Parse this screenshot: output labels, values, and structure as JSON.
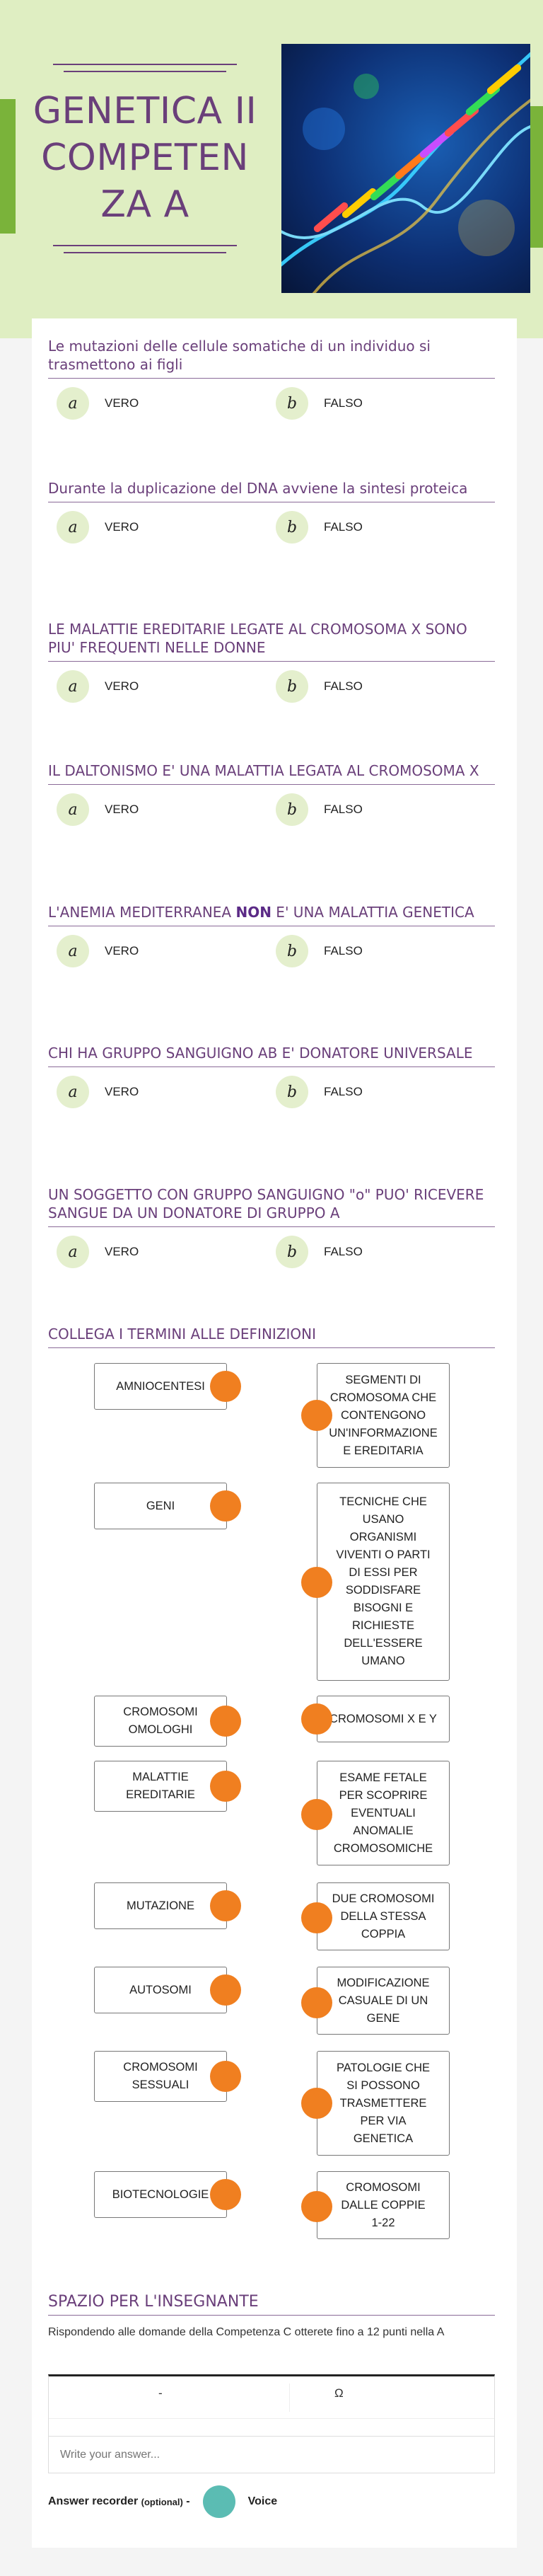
{
  "title": "GENETICA II COMPETENZA A",
  "title_lines": [
    "GENETICA II",
    "COMPETEN",
    "ZA A"
  ],
  "option_letters": {
    "a": "a",
    "b": "b"
  },
  "questions": [
    {
      "text": "Le mutazioni delle cellule somatiche di un individuo si trasmettono ai figli",
      "a": "VERO",
      "b": "FALSO"
    },
    {
      "text": "Durante la duplicazione del DNA avviene  la sintesi proteica",
      "a": "VERO",
      "b": "FALSO"
    },
    {
      "text": "LE MALATTIE EREDITARIE LEGATE AL CROMOSOMA X SONO PIU' FREQUENTI NELLE DONNE",
      "a": "VERO",
      "b": "FALSO"
    },
    {
      "text": "IL DALTONISMO E' UNA MALATTIA LEGATA AL CROMOSOMA X",
      "a": "VERO",
      "b": "FALSO"
    },
    {
      "text_before": "L'ANEMIA MEDITERRANEA ",
      "text_bold": "NON",
      "text_after": " E' UNA MALATTIA GENETICA",
      "a": "VERO",
      "b": "FALSO"
    },
    {
      "text": "CHI HA GRUPPO SANGUIGNO AB E' DONATORE UNIVERSALE",
      "a": "VERO",
      "b": "FALSO"
    },
    {
      "text": "UN SOGGETTO CON GRUPPO SANGUIGNO \"o\" PUO' RICEVERE SANGUE DA UN DONATORE DI GRUPPO A",
      "a": "VERO",
      "b": "FALSO"
    }
  ],
  "matching": {
    "title": "COLLEGA I TERMINI ALLE DEFINIZIONI",
    "terms": [
      "AMNIOCENTESI",
      "GENI",
      "CROMOSOMI OMOLOGHI",
      "MALATTIE EREDITARIE",
      "MUTAZIONE",
      "AUTOSOMI",
      "CROMOSOMI SESSUALI",
      "BIOTECNOLOGIE"
    ],
    "definitions": [
      "SEGMENTI DI CROMOSOMA CHE CONTENGONO UN'INFORMAZIONE E EREDITARIA",
      "TECNICHE CHE USANO ORGANISMI VIVENTI O PARTI DI ESSI PER SODDISFARE BISOGNI E RICHIESTE DELL'ESSERE UMANO",
      "CROMOSOMI X E Y",
      "ESAME FETALE PER SCOPRIRE EVENTUALI ANOMALIE CROMOSOMICHE",
      "DUE CROMOSOMI DELLA STESSA COPPIA",
      "MODIFICAZIONE CASUALE DI UN GENE",
      "PATOLOGIE CHE SI POSSONO TRASMETTERE PER VIA GENETICA",
      "CROMOSOMI DALLE COPPIE 1-22"
    ]
  },
  "teacher": {
    "title": "SPAZIO PER L'INSEGNANTE",
    "text": "Rispondendo alle domande della Competenza C otterete fino a 12 punti nella A",
    "symbols": [
      "-",
      "Ω"
    ],
    "answer_placeholder": "Write your answer...",
    "recorder_label": "Answer recorder",
    "recorder_optional": "(optional)",
    "recorder_dash": "-",
    "voice_label": "Voice"
  },
  "colors": {
    "accent_purple": "#6a3f7a",
    "hero_bg": "#dfeec2",
    "bubble": "#e4efcd",
    "dot_orange": "#f07f20",
    "mic_teal": "#5bbcb3"
  }
}
